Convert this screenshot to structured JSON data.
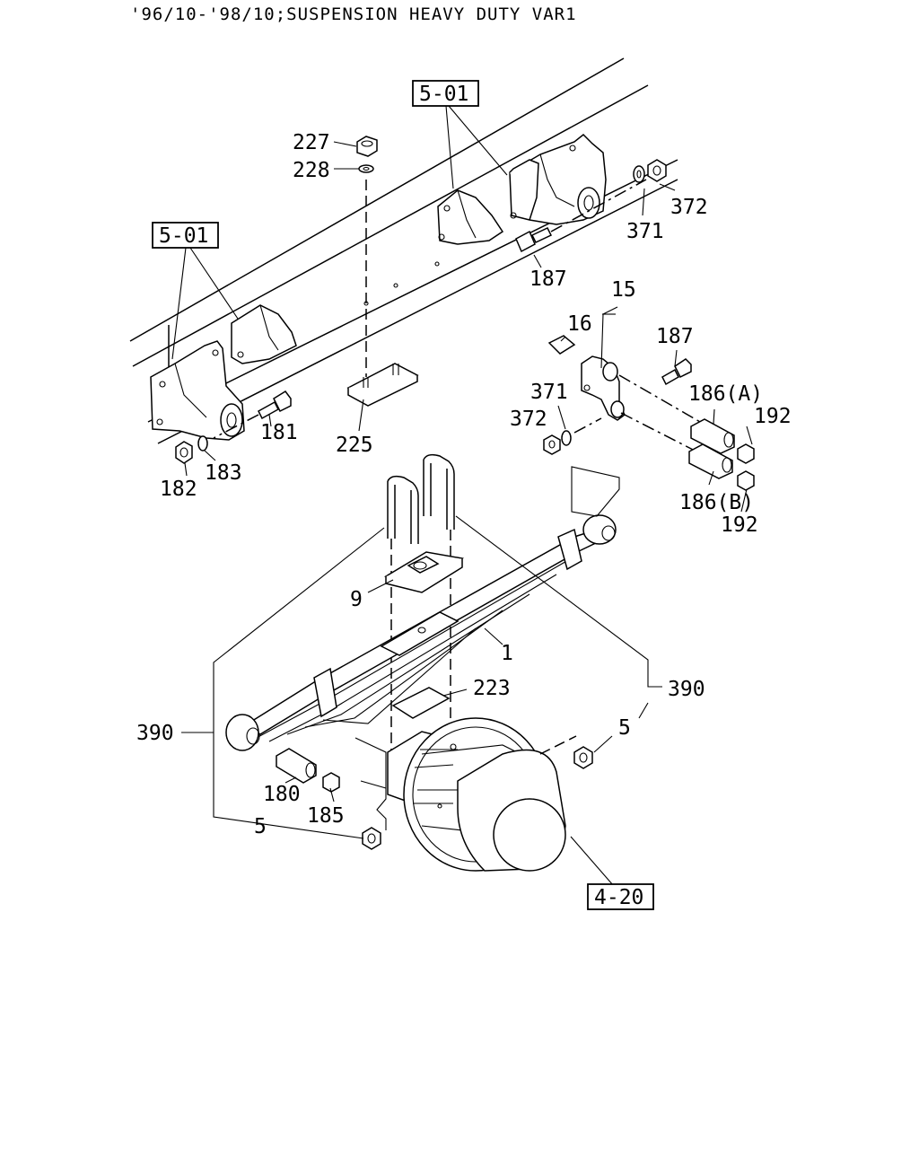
{
  "title": "'96/10-'98/10;SUSPENSION HEAVY DUTY VAR1",
  "callouts": {
    "ref_501_upper": "5-01",
    "ref_501_left": "5-01",
    "ref_420": "4-20",
    "p227": "227",
    "p228": "228",
    "p372_top": "372",
    "p371_top": "371",
    "p187_top": "187",
    "p15": "15",
    "p16": "16",
    "p187_right": "187",
    "p186a": "186(A)",
    "p192_a": "192",
    "p371_mid": "371",
    "p372_mid": "372",
    "p186b": "186(B)",
    "p192_b": "192",
    "p181": "181",
    "p182": "182",
    "p183": "183",
    "p225": "225",
    "p9": "9",
    "p1": "1",
    "p223": "223",
    "p390_right": "390",
    "p390_left": "390",
    "p5_right": "5",
    "p5_left": "5",
    "p180": "180",
    "p185": "185"
  }
}
